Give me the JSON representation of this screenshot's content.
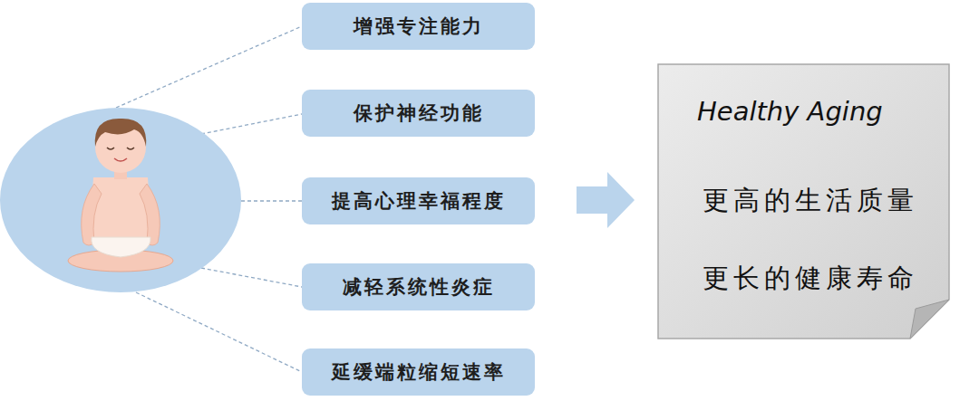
{
  "diagram": {
    "nodes": [
      {
        "text": [
          "增强专注能力"
        ]
      },
      {
        "text": [
          "保护神经功能"
        ]
      },
      {
        "text": [
          "提高心理幸福程度"
        ]
      },
      {
        "text": [
          "减轻系统性炎症"
        ]
      },
      {
        "text": [
          "延缓端粒缩短速率"
        ]
      },
      {
        "text": [
          "Healthy Aging",
          "更高的生活质量",
          "更长的健康寿命"
        ]
      }
    ]
  }
}
